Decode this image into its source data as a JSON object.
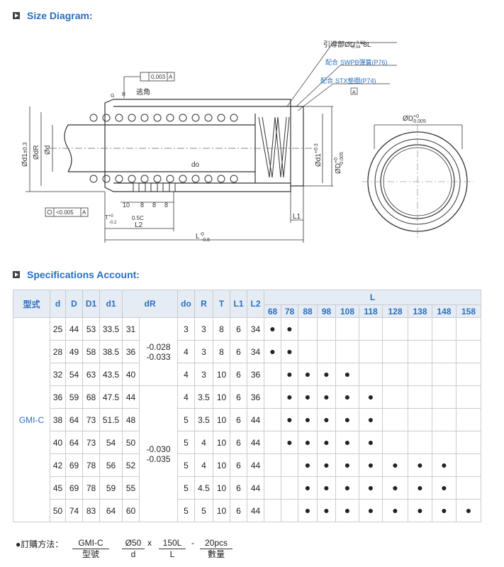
{
  "size_diagram": {
    "heading": "Size Diagram:",
    "callouts": {
      "guide_part": "引導部ØD",
      "guide_tol_upper": "-0.02",
      "guide_tol_lower": "-0.04",
      "guide_len": "*8L",
      "fit_spring": "配合",
      "fit_spring_link": "SWPB彈簧(P76)",
      "fit_washer": "配合",
      "fit_washer_link": "STX墊圈(P74)",
      "datum_a": "A",
      "perp_tol": "0.003",
      "escape": "逃角",
      "g_label": "G",
      "r_label": "R",
      "conc_tol": "<0.005",
      "d1_label": "Ød1",
      "d1_tol": "±0.3",
      "dr_label": "ØdR",
      "d_label": "Ød",
      "do_label": "do",
      "d1_right_label": "Ød1",
      "d1_right_tol_up": "+0.3",
      "d1_right_tol_lo": "+0",
      "D_label": "ØD",
      "D_tol_up": "+0",
      "D_tol_lo": "-0.005",
      "dim10": "10",
      "dim8a": "8",
      "dim8b": "8",
      "dim8c": "8",
      "t_label": "T",
      "t_tol_up": "+0",
      "t_tol_lo": "-0.2",
      "chamfer": "0.5C",
      "L2": "L2",
      "L": "L",
      "L_tol_up": "-0",
      "L_tol_lo": "-0.5",
      "L1": "L1",
      "side_D_label": "ØD",
      "side_D_tol_up": "+0",
      "side_D_tol_lo": "-0.005"
    }
  },
  "spec": {
    "heading": "Specifications Account:",
    "headers": {
      "model": "型式",
      "d": "d",
      "D": "D",
      "D1": "D1",
      "d1": "d1",
      "dR": "dR",
      "do": "do",
      "R": "R",
      "T": "T",
      "L1": "L1",
      "L2": "L2",
      "L": "L"
    },
    "lengths": [
      "68",
      "78",
      "88",
      "98",
      "108",
      "118",
      "128",
      "138",
      "148",
      "158"
    ],
    "model": "GMI-C",
    "dr_tol_group1": [
      "-0.028",
      "-0.033"
    ],
    "dr_tol_group2": [
      "-0.030",
      "-0.035"
    ],
    "dot_char": "●",
    "rows": [
      {
        "d": "25",
        "D": "44",
        "D1": "53",
        "d1": "33.5",
        "dR": "31",
        "do": "3",
        "R": "3",
        "T": "8",
        "L1": "6",
        "L2": "34",
        "L": [
          1,
          1,
          0,
          0,
          0,
          0,
          0,
          0,
          0,
          0
        ]
      },
      {
        "d": "28",
        "D": "49",
        "D1": "58",
        "d1": "38.5",
        "dR": "36",
        "do": "4",
        "R": "3",
        "T": "8",
        "L1": "6",
        "L2": "34",
        "L": [
          1,
          1,
          0,
          0,
          0,
          0,
          0,
          0,
          0,
          0
        ]
      },
      {
        "d": "32",
        "D": "54",
        "D1": "63",
        "d1": "43.5",
        "dR": "40",
        "do": "4",
        "R": "3",
        "T": "10",
        "L1": "6",
        "L2": "36",
        "L": [
          0,
          1,
          1,
          1,
          1,
          0,
          0,
          0,
          0,
          0
        ]
      },
      {
        "d": "36",
        "D": "59",
        "D1": "68",
        "d1": "47.5",
        "dR": "44",
        "do": "4",
        "R": "3.5",
        "T": "10",
        "L1": "6",
        "L2": "36",
        "L": [
          0,
          1,
          1,
          1,
          1,
          1,
          0,
          0,
          0,
          0
        ]
      },
      {
        "d": "38",
        "D": "64",
        "D1": "73",
        "d1": "51.5",
        "dR": "48",
        "do": "5",
        "R": "3.5",
        "T": "10",
        "L1": "6",
        "L2": "44",
        "L": [
          0,
          1,
          1,
          1,
          1,
          1,
          0,
          0,
          0,
          0
        ]
      },
      {
        "d": "40",
        "D": "64",
        "D1": "73",
        "d1": "54",
        "dR": "50",
        "do": "5",
        "R": "4",
        "T": "10",
        "L1": "6",
        "L2": "44",
        "L": [
          0,
          1,
          1,
          1,
          1,
          1,
          0,
          0,
          0,
          0
        ]
      },
      {
        "d": "42",
        "D": "69",
        "D1": "78",
        "d1": "56",
        "dR": "52",
        "do": "5",
        "R": "4",
        "T": "10",
        "L1": "6",
        "L2": "44",
        "L": [
          0,
          0,
          1,
          1,
          1,
          1,
          1,
          1,
          1,
          0
        ]
      },
      {
        "d": "45",
        "D": "69",
        "D1": "78",
        "d1": "59",
        "dR": "55",
        "do": "5",
        "R": "4.5",
        "T": "10",
        "L1": "6",
        "L2": "44",
        "L": [
          0,
          0,
          1,
          1,
          1,
          1,
          1,
          1,
          1,
          0
        ]
      },
      {
        "d": "50",
        "D": "74",
        "D1": "83",
        "d1": "64",
        "dR": "60",
        "do": "5",
        "R": "5",
        "T": "10",
        "L1": "6",
        "L2": "44",
        "L": [
          0,
          0,
          1,
          1,
          1,
          1,
          1,
          1,
          1,
          1
        ]
      }
    ]
  },
  "order": {
    "prefix": "●訂購方法：",
    "parts": [
      {
        "value": "GMI-C",
        "caption": "型號"
      },
      {
        "value": "Ø50",
        "caption": "d"
      },
      {
        "value": "150L",
        "caption": "L"
      },
      {
        "value": "20pcs",
        "caption": "數量"
      }
    ],
    "seps": [
      "x",
      "-"
    ]
  }
}
